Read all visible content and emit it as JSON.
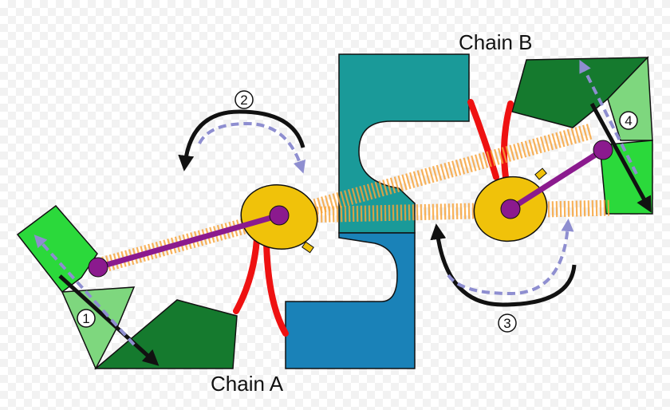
{
  "labels": {
    "chain_a": "Chain A",
    "chain_b": "Chain B"
  },
  "steps": [
    "1",
    "2",
    "3",
    "4"
  ],
  "colors": {
    "dark_green": "#157a2e",
    "bright_green": "#2bd93b",
    "light_green": "#7ed77e",
    "teal_block": "#1a9a99",
    "blue_block": "#1a82b8",
    "hinge_yellow": "#f0c20a",
    "rod_purple": "#8b1a8e",
    "red_link": "#ee1111",
    "spring_orange": "#f7a33a",
    "arrow_black": "#111111",
    "arrow_dashed": "#8e8ed0"
  }
}
